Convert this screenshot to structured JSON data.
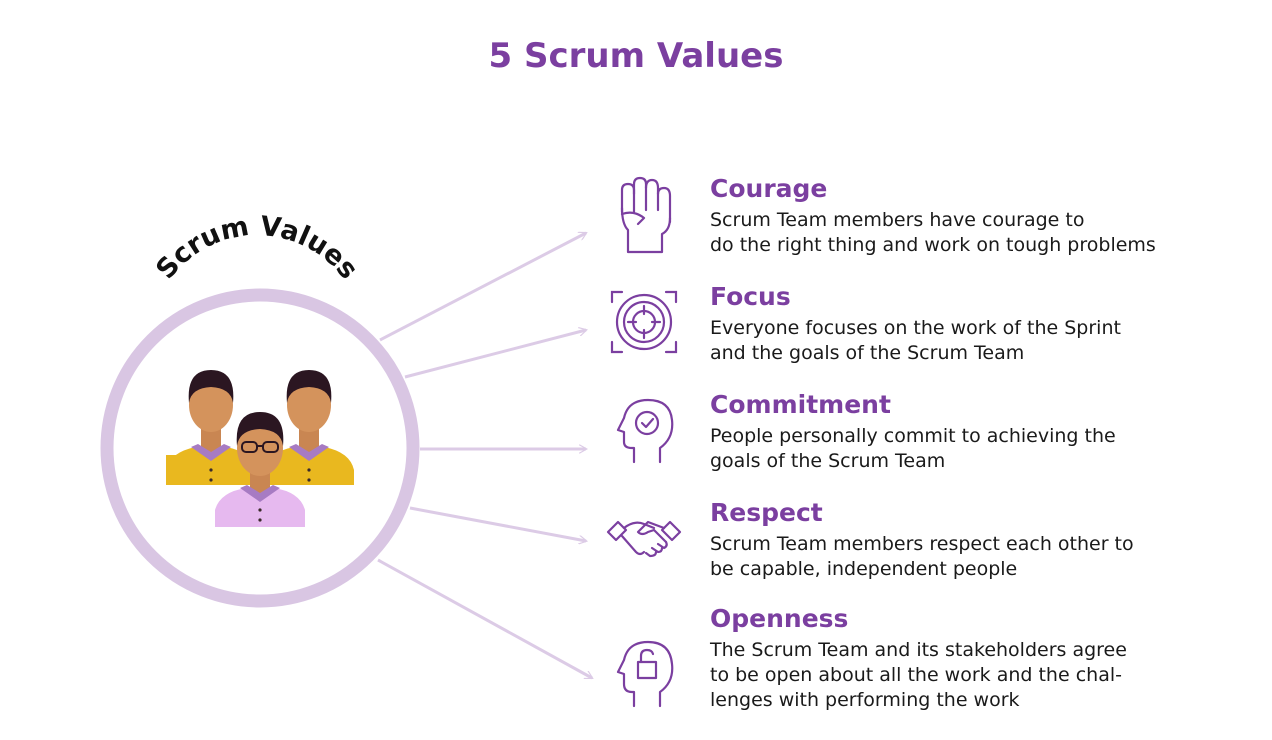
{
  "title": "5 Scrum Values",
  "circle_label": "Scrum Values",
  "colors": {
    "accent": "#7b3fa0",
    "ring": "#d9c6e3",
    "arrow": "#dccbe6",
    "shirt_yellow": "#e9b81f",
    "shirt_lilac": "#e6b9ef",
    "skin": "#d4935c",
    "hair": "#2b1621"
  },
  "values": [
    {
      "name": "Courage",
      "icon": "raised-fist-icon",
      "description": "Scrum Team members have courage to\ndo the right thing and work on tough problems"
    },
    {
      "name": "Focus",
      "icon": "target-icon",
      "description": "Everyone focuses on the work of the Sprint\nand the goals of the Scrum Team"
    },
    {
      "name": "Commitment",
      "icon": "head-checkmark-icon",
      "description": "People personally commit to achieving the\ngoals of the Scrum Team"
    },
    {
      "name": "Respect",
      "icon": "handshake-icon",
      "description": "Scrum Team members respect each other to\nbe capable, independent people"
    },
    {
      "name": "Openness",
      "icon": "head-padlock-icon",
      "description": "The Scrum Team and its stakeholders agree\nto be open about all the work and the chal-\nlenges with performing the work"
    }
  ]
}
